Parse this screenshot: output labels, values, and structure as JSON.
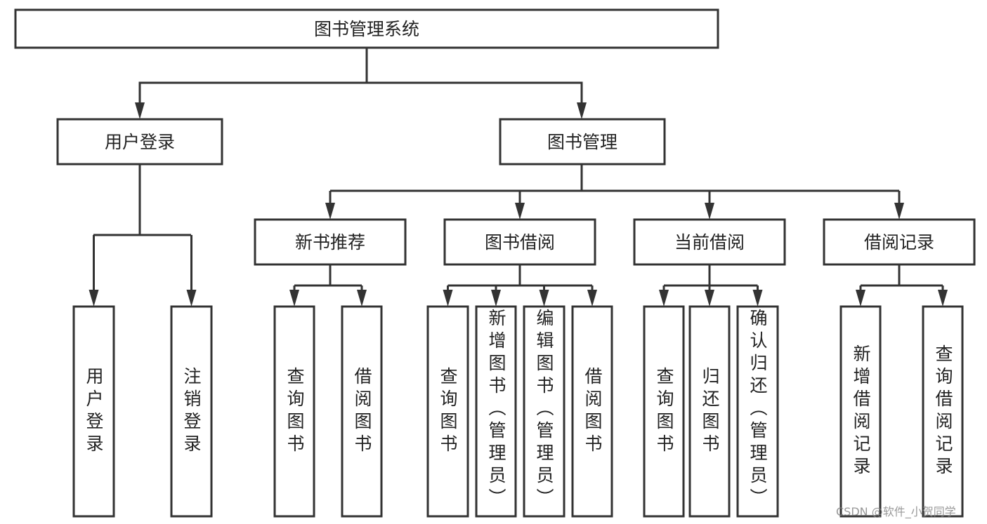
{
  "root": {
    "label": "图书管理系统"
  },
  "modules": [
    {
      "label": "用户登录",
      "children": [
        {
          "label": "用户登录",
          "children": [
            "用户登录",
            "注销登录"
          ]
        }
      ]
    },
    {
      "label": "图书管理",
      "children": [
        {
          "label": "新书推荐",
          "children": [
            "查询图书",
            "借阅图书"
          ]
        },
        {
          "label": "图书借阅",
          "children": [
            "查询图书",
            "新增图书（管理员）",
            "编辑图书（管理员）",
            "借阅图书"
          ]
        },
        {
          "label": "当前借阅",
          "children": [
            "查询图书",
            "归还图书",
            "确认归还（管理员）"
          ]
        },
        {
          "label": "借阅记录",
          "children": [
            "新增借阅记录",
            "查询借阅记录"
          ]
        }
      ]
    }
  ],
  "watermark": "CSDN @软件_小贺同学",
  "colors": {
    "stroke": "#333333",
    "text": "#222222",
    "background": "#ffffff"
  }
}
